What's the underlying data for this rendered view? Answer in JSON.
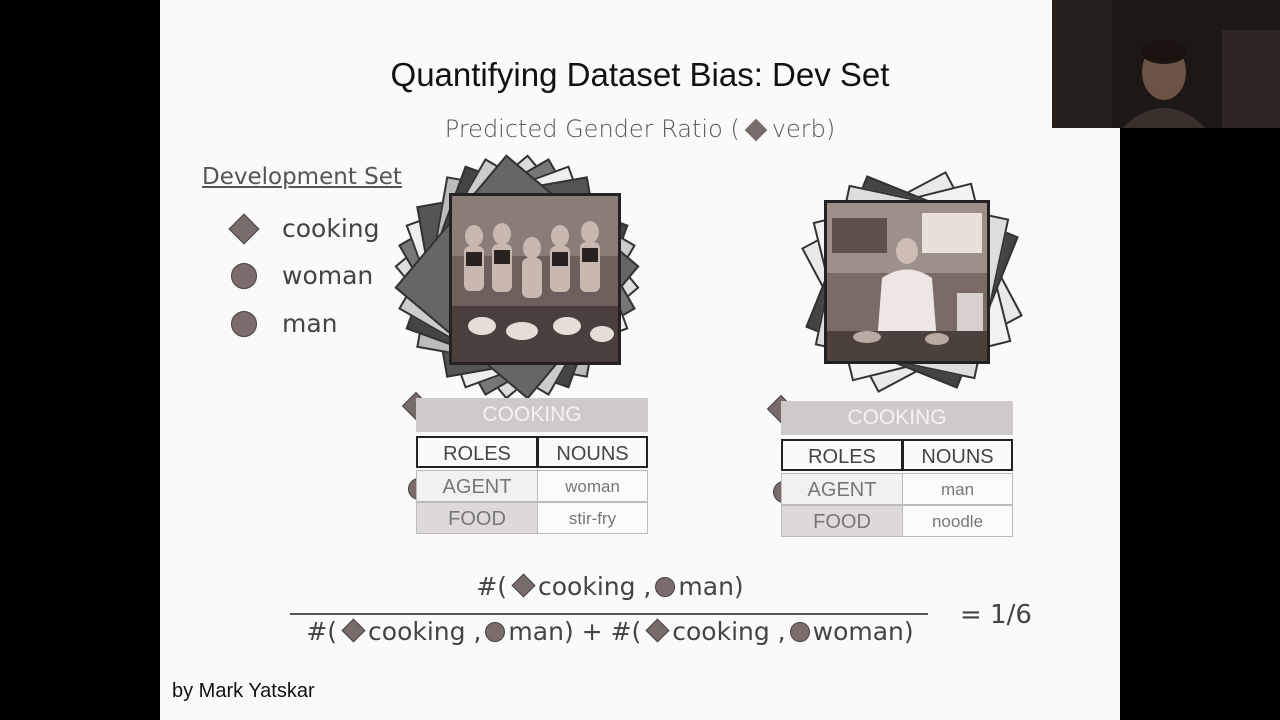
{
  "slide": {
    "title": "Quantifying Dataset Bias: Dev Set",
    "subtitle_prefix": "Predicted Gender Ratio (",
    "subtitle_suffix": "verb)",
    "legend": {
      "title": "Development Set",
      "items": [
        {
          "symbol": "diamond-icon",
          "label": "cooking"
        },
        {
          "symbol": "circle-icon",
          "label": "woman"
        },
        {
          "symbol": "circle-icon",
          "label": "man"
        }
      ]
    },
    "frames": [
      {
        "verb": "COOKING",
        "col_roles": "ROLES",
        "col_nouns": "NOUNS",
        "rows": [
          {
            "role": "AGENT",
            "noun": "woman"
          },
          {
            "role": "FOOD",
            "noun": "stir-fry"
          }
        ]
      },
      {
        "verb": "COOKING",
        "col_roles": "ROLES",
        "col_nouns": "NOUNS",
        "rows": [
          {
            "role": "AGENT",
            "noun": "man"
          },
          {
            "role": "FOOD",
            "noun": "noodle"
          }
        ]
      }
    ],
    "formula": {
      "numerator": {
        "open": "#(",
        "verb": "cooking ,",
        "noun": "man)"
      },
      "denominator": {
        "t1_open": "#(",
        "t1_verb": "cooking ,",
        "t1_noun": "man)",
        "plus": "+",
        "t2_open": "#(",
        "t2_verb": "cooking ,",
        "t2_noun": "woman)"
      },
      "result": "= 1/6"
    },
    "credit": "by Mark Yatskar"
  },
  "colors": {
    "symbol_fill": "#776b6b",
    "slide_bg": "#fafafa",
    "outer_bg": "#000000"
  }
}
